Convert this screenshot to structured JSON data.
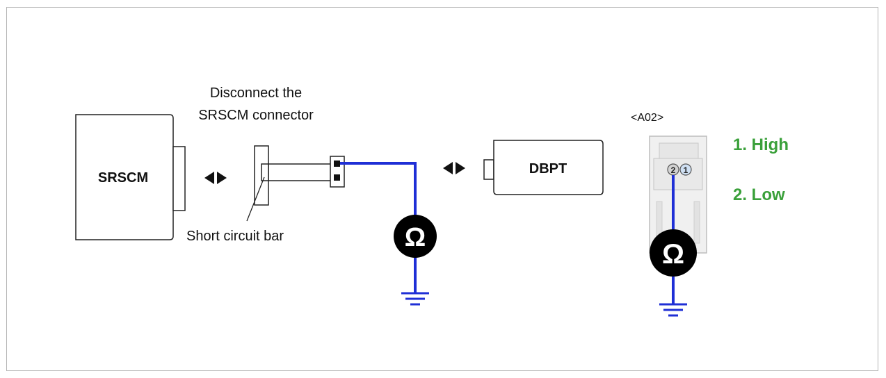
{
  "labels": {
    "srscm": "SRSCM",
    "disconnect_line1": "Disconnect the",
    "disconnect_line2": "SRSCM connector",
    "short_bar": "Short circuit bar",
    "dbpt": "DBPT",
    "connector_code": "<A02>",
    "pin_2": "2",
    "pin_1": "1",
    "high": "1. High",
    "low": "2. Low",
    "ohm_symbol": "Ω"
  },
  "colors": {
    "wire": "#1f2fd6",
    "check_text": "#3aa03a",
    "outline": "#222222",
    "meter": "#000000"
  },
  "icons": {
    "ohmmeter": "ohmmeter-icon",
    "ground": "ground-icon",
    "arrows": "disconnect-arrows-icon"
  }
}
